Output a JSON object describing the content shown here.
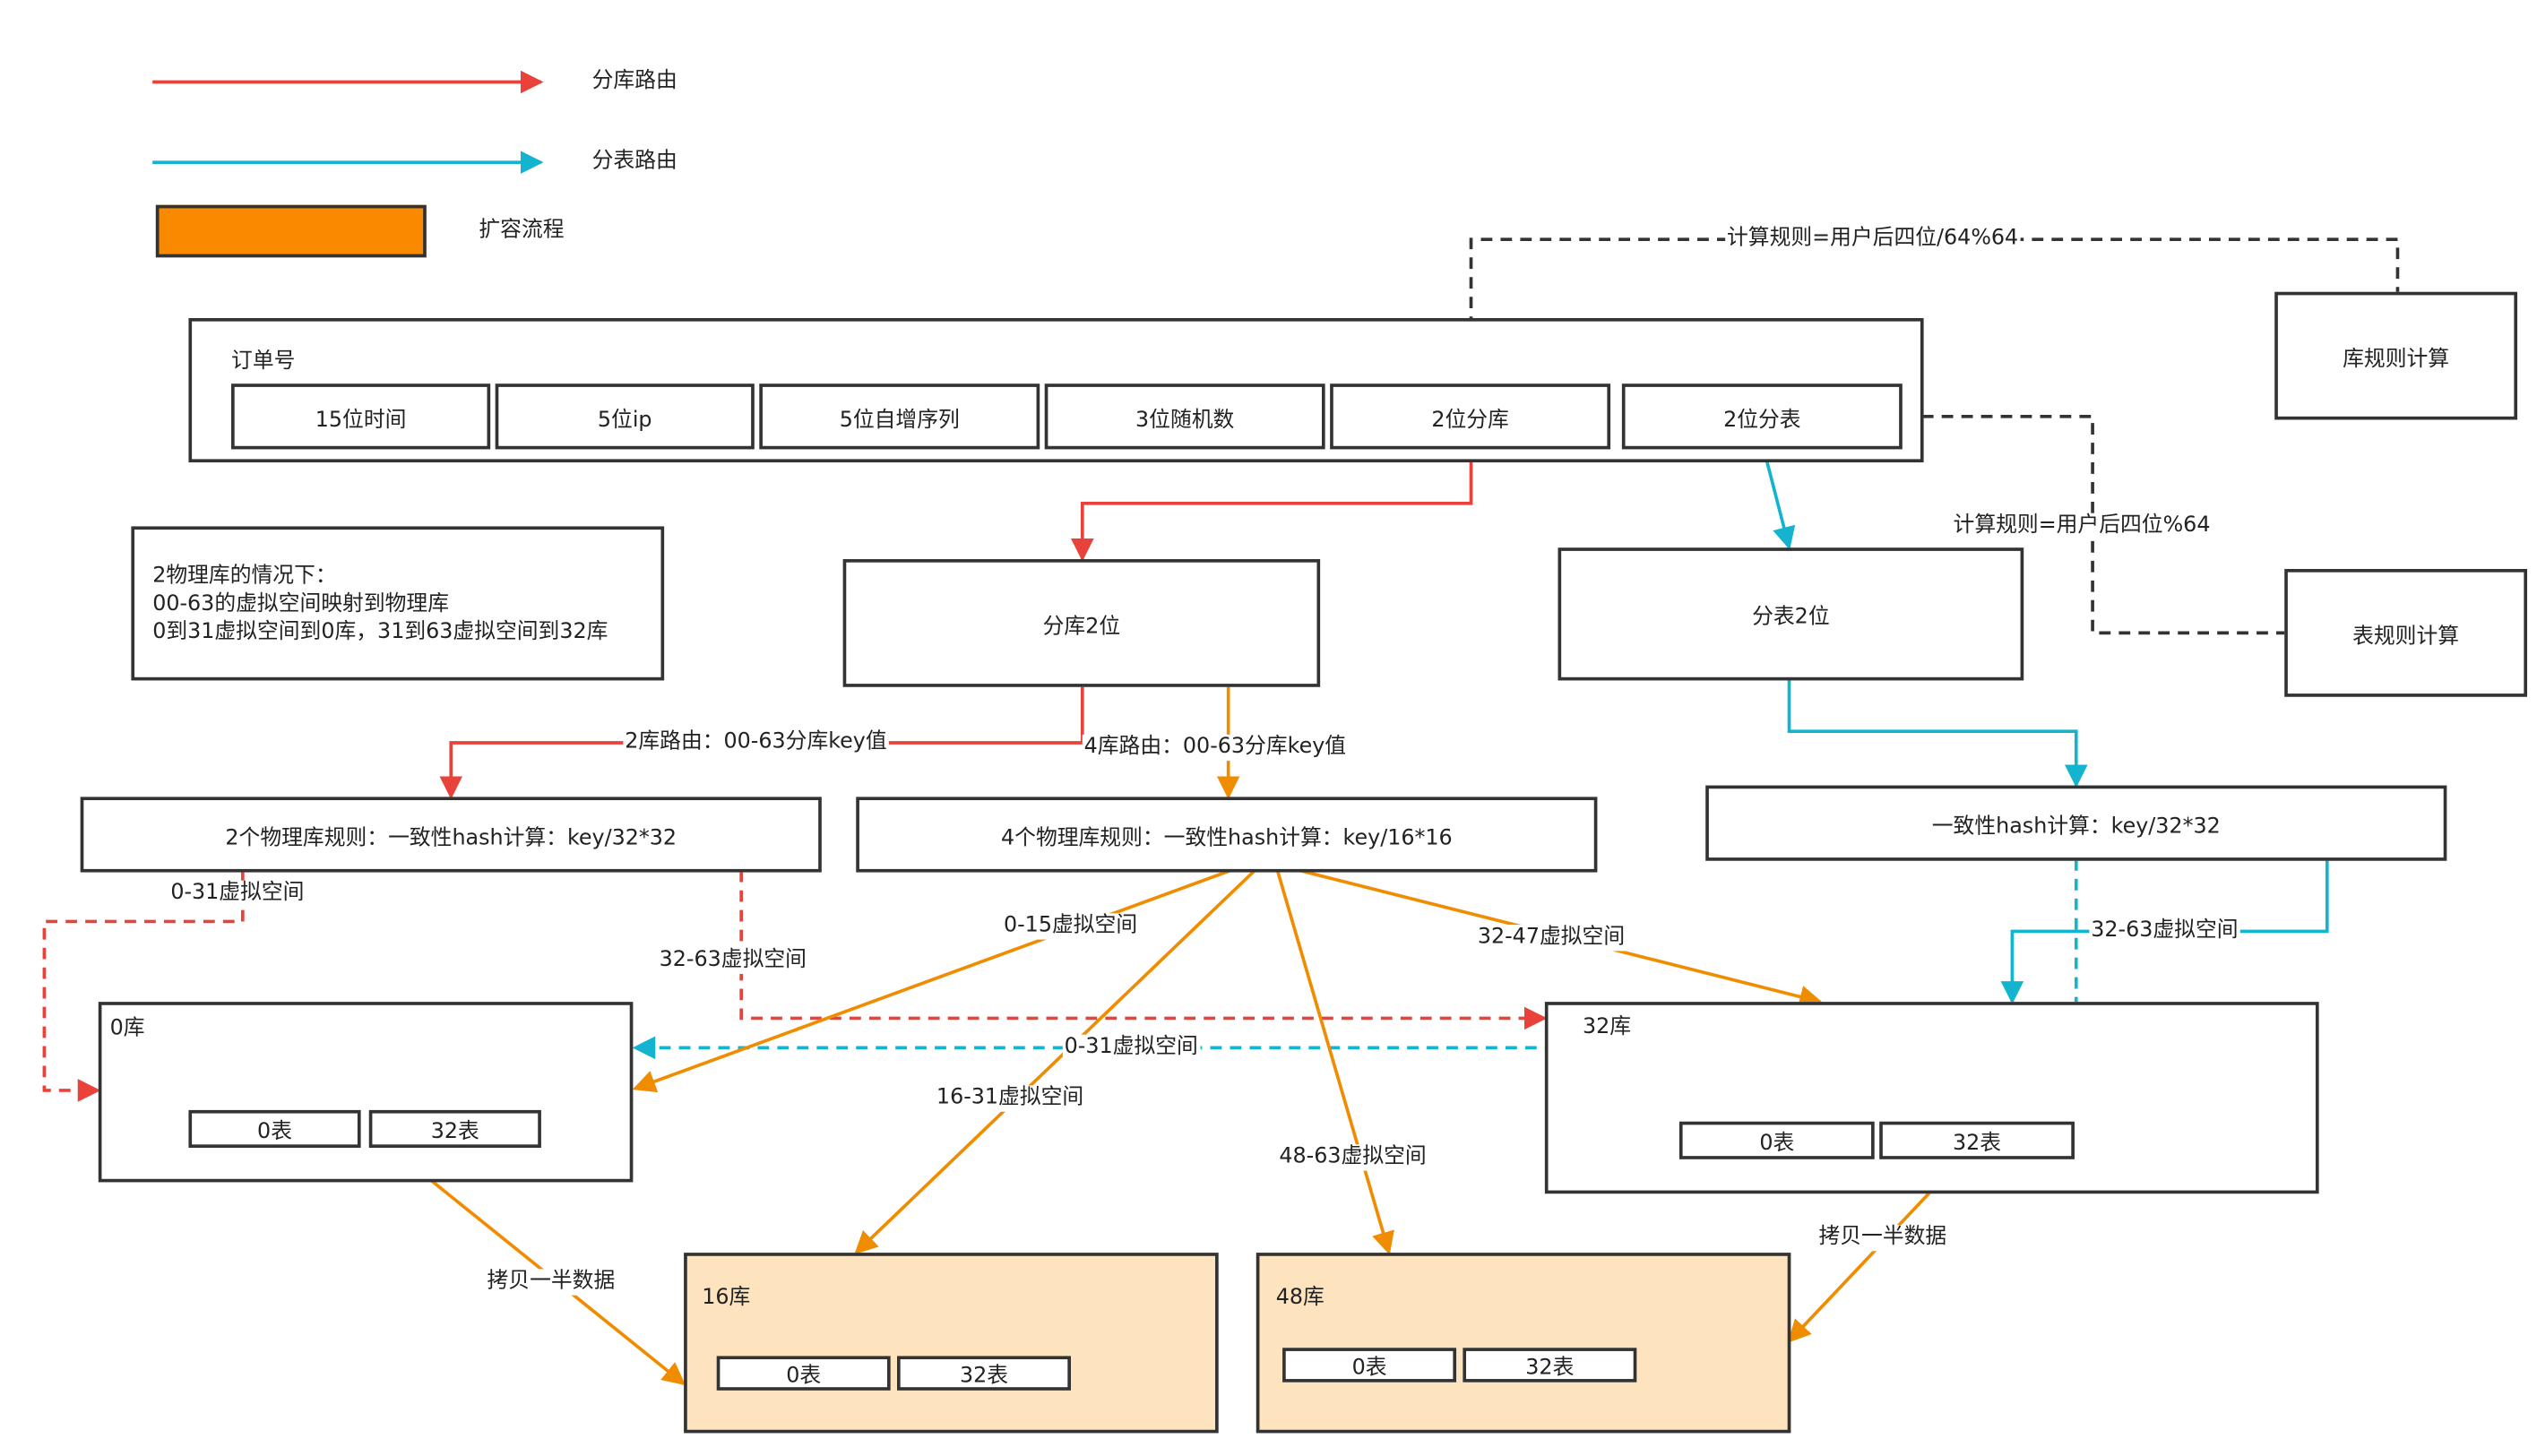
{
  "legend": {
    "db_route": "分库路由",
    "table_route": "分表路由",
    "expand_flow": "扩容流程"
  },
  "colors": {
    "db_route": "#e8423a",
    "table_route": "#14b4d0",
    "expand_flow": "#f08c00",
    "expand_fill": "#f98a00",
    "expanded_db_fill": "#fde3be",
    "rule_line": "#333333"
  },
  "order": {
    "title": "订单号",
    "segments": [
      "15位时间",
      "5位ip",
      "5位自增序列",
      "3位随机数",
      "2位分库",
      "2位分表"
    ]
  },
  "rules": {
    "db_rule_box": "库规则计算",
    "table_rule_box": "表规则计算",
    "db_rule_text": "计算规则=用户后四位/64%64",
    "table_rule_text": "计算规则=用户后四位%64"
  },
  "note": {
    "lines": [
      "2物理库的情况下：",
      "00-63的虚拟空间映射到物理库",
      "0到31虚拟空间到0库，31到63虚拟空间到32库"
    ]
  },
  "nodes": {
    "db_two": "分库2位",
    "table_two": "分表2位",
    "rule_2db": "2个物理库规则：一致性hash计算：key/32*32",
    "rule_4db": "4个物理库规则：一致性hash计算：key/16*16",
    "rule_table": "一致性hash计算：key/32*32"
  },
  "edge_labels": {
    "route_2db": "2库路由：00-63分库key值",
    "route_4db": "4库路由：00-63分库key值",
    "r2_0_31": "0-31虚拟空间",
    "r2_32_63": "32-63虚拟空间",
    "r4_0_15": "0-15虚拟空间",
    "r4_32_47": "32-47虚拟空间",
    "r4_16_31": "16-31虚拟空间",
    "r4_48_63": "48-63虚拟空间",
    "t_32_63": "32-63虚拟空间",
    "t_0_31": "0-31虚拟空间",
    "copy_left": "拷贝一半数据",
    "copy_right": "拷贝一半数据"
  },
  "databases": {
    "db0": {
      "title": "0库",
      "tables": [
        "0表",
        "32表"
      ]
    },
    "db32": {
      "title": "32库",
      "tables": [
        "0表",
        "32表"
      ]
    },
    "db16": {
      "title": "16库",
      "tables": [
        "0表",
        "32表"
      ]
    },
    "db48": {
      "title": "48库",
      "tables": [
        "0表",
        "32表"
      ]
    }
  }
}
